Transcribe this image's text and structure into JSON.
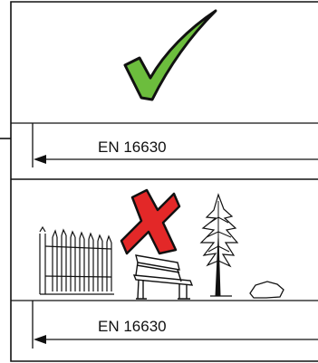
{
  "standard": {
    "label_top": "EN 16630",
    "label_bottom": "EN 16630"
  },
  "panels": {
    "top": {
      "status": "permitted",
      "mark_icon": "checkmark-icon",
      "mark_color": "#5aa832"
    },
    "bottom": {
      "status": "not-permitted",
      "mark_icon": "cross-icon",
      "mark_color": "#e02b2b",
      "obstacles": [
        "fence-icon",
        "bench-icon",
        "tree-icon",
        "rock-icon"
      ]
    }
  },
  "colors": {
    "line": "#111111",
    "background": "#ffffff"
  }
}
